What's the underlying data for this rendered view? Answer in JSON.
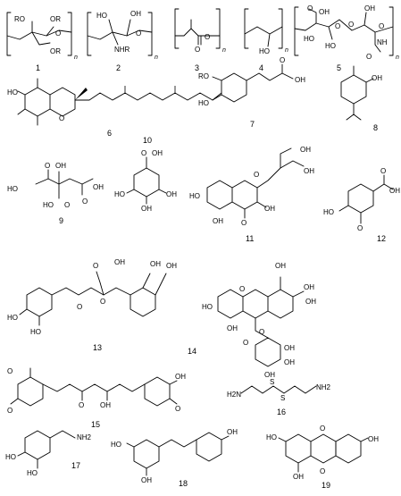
{
  "compounds": [
    {
      "number": "1",
      "labels": [
        "RO",
        "OR",
        "O",
        "OR"
      ],
      "repeat": "n"
    },
    {
      "number": "2",
      "labels": [
        "HO",
        "OH",
        "O",
        "NHR"
      ],
      "repeat": "n"
    },
    {
      "number": "3",
      "labels": [
        "O",
        "O"
      ],
      "repeat": "n"
    },
    {
      "number": "4",
      "labels": [
        "HO"
      ],
      "repeat": "n"
    },
    {
      "number": "5",
      "labels": [
        "HO",
        "O",
        "OH",
        "O",
        "HO",
        "O",
        "OH",
        "NH",
        "O",
        "O"
      ],
      "repeat": "n"
    },
    {
      "number": "6",
      "labels": [
        "HO",
        "O"
      ]
    },
    {
      "number": "7",
      "labels": [
        "RO",
        "HO",
        "O",
        "OH"
      ]
    },
    {
      "number": "8",
      "labels": [
        "OH"
      ]
    },
    {
      "number": "9",
      "labels": [
        "HO",
        "O",
        "OH",
        "O",
        "OH",
        "HO",
        "O"
      ]
    },
    {
      "number": "10",
      "labels": [
        "O",
        "OH",
        "HO",
        "OH",
        "OH"
      ]
    },
    {
      "number": "11",
      "labels": [
        "OH",
        "OH",
        "HO",
        "O",
        "OH",
        "OH",
        "O"
      ]
    },
    {
      "number": "12",
      "labels": [
        "O",
        "OH",
        "HO",
        "O"
      ]
    },
    {
      "number": "13",
      "labels": [
        "HO",
        "O",
        "OH",
        "OH",
        "O",
        "O",
        "HO",
        "OH"
      ]
    },
    {
      "number": "14",
      "labels": [
        "OH",
        "OH",
        "HO",
        "O",
        "OH",
        "OH",
        "O",
        "O",
        "OH",
        "OH",
        "OH"
      ]
    },
    {
      "number": "15",
      "labels": [
        "O",
        "OH",
        "O",
        "OH",
        "O",
        "O"
      ]
    },
    {
      "number": "16",
      "labels": [
        "H2N",
        "S",
        "S",
        "NH2"
      ]
    },
    {
      "number": "17",
      "labels": [
        "NH2",
        "HO",
        "HO"
      ]
    },
    {
      "number": "18",
      "labels": [
        "OH",
        "HO",
        "OH"
      ]
    },
    {
      "number": "19",
      "labels": [
        "HO",
        "O",
        "OH",
        "O",
        "OH"
      ]
    }
  ]
}
